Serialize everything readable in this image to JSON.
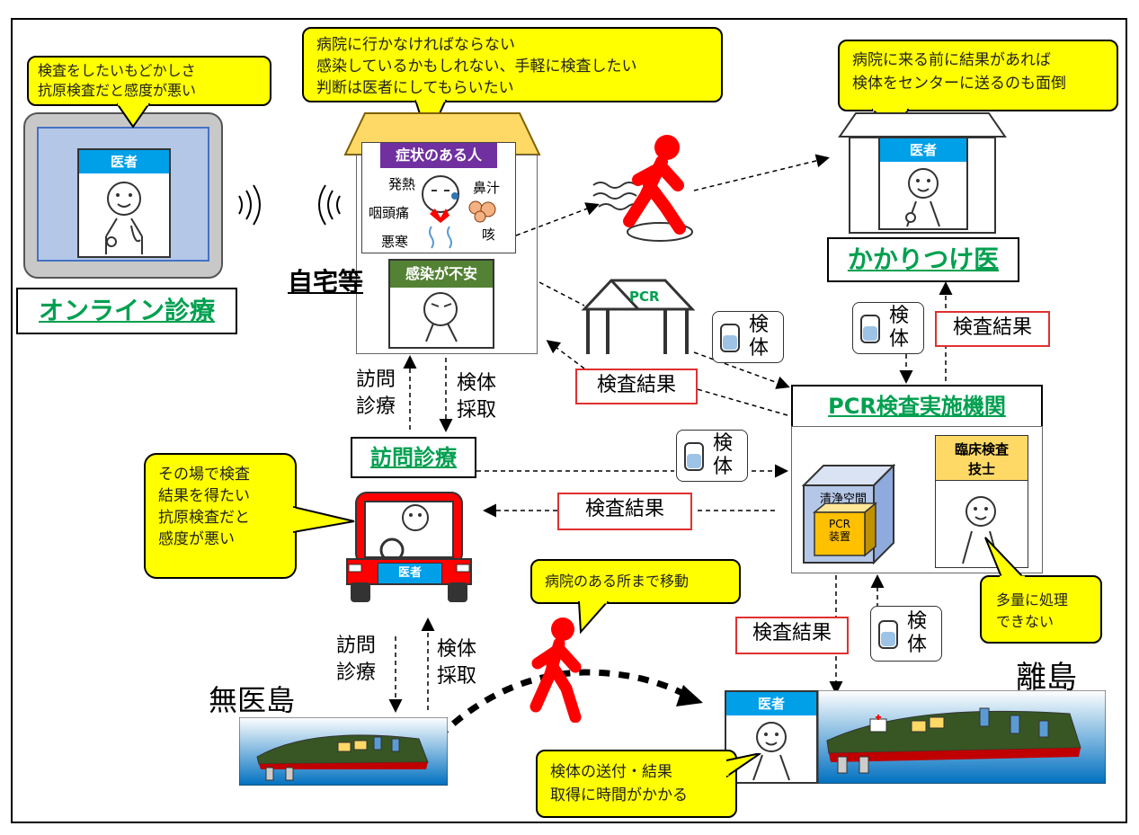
{
  "bubbles": {
    "online": "検査をしたいもどかしさ\n抗原検査だと感度が悪い",
    "home": "病院に行かなければならない\n感染しているかもしれない、手軽に検査したい\n判断は医者にしてもらいたい",
    "clinic": "病院に来る前に結果があれば\n検体をセンターに送るのも面倒",
    "car": "その場で検査\n結果を得たい\n抗原検査だと\n感度が悪い",
    "move": "病院のある所まで移動",
    "lab": "多量に処理\nできない",
    "island": "検体の送付・結果\n取得に時間がかかる"
  },
  "labels": {
    "online": "オンライン診療",
    "home": "自宅等",
    "clinic": "かかりつけ医",
    "pcr_lab": "PCR検査実施機関",
    "home_visit": "訪問診療",
    "no_doctor_island": "無医島",
    "island": "離島",
    "doctor": "医者",
    "symptomatic": "症状のある人",
    "anxious": "感染が不安",
    "clean_space": "清浄空間",
    "pcr_device": "PCR\n装置",
    "lab_tech": "臨床検査\n技士",
    "pcr_tent": "PCR"
  },
  "symptoms": {
    "fever": "発熱",
    "runny_nose": "鼻汁",
    "sore_throat": "咽頭痛",
    "cough": "咳",
    "chills": "悪寒"
  },
  "flows": {
    "specimen": "検体",
    "result": "検査結果",
    "visit_care": "訪問\n診療",
    "specimen_collect": "検体\n採取"
  },
  "colors": {
    "bubble": "#ffff00",
    "green_label": "#00a050",
    "doctor_tag": "#00a0e9",
    "purple_tag": "#7030a0",
    "olive_tag": "#548235",
    "roof": "#ffd966",
    "red": "#ff0000"
  }
}
